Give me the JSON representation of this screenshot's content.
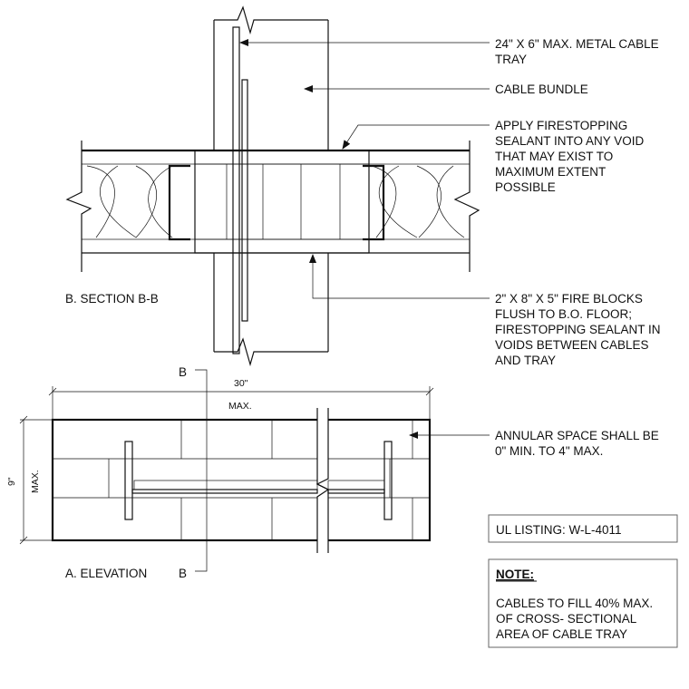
{
  "callouts": {
    "cable_tray": [
      "24\" X 6\" MAX. METAL CABLE",
      "TRAY"
    ],
    "cable_bundle": [
      "CABLE BUNDLE"
    ],
    "sealant": [
      "APPLY FIRESTOPPING",
      "SEALANT INTO ANY VOID",
      "THAT MAY EXIST TO",
      "MAXIMUM EXTENT",
      "POSSIBLE"
    ],
    "fire_blocks": [
      "2\" X 8\" X 5\" FIRE BLOCKS",
      "FLUSH TO B.O. FLOOR;",
      "FIRESTOPPING SEALANT IN",
      "VOIDS BETWEEN CABLES",
      "AND TRAY"
    ],
    "annular": [
      "ANNULAR SPACE SHALL BE",
      "0\" MIN. TO 4\" MAX."
    ]
  },
  "section_title": "B. SECTION B-B",
  "elevation_title": "A. ELEVATION",
  "section_mark": "B",
  "dimensions": {
    "width_value": "30\"",
    "width_note": "MAX.",
    "height_value": "9\"",
    "height_note": "MAX."
  },
  "ul_listing": "UL LISTING:  W-L-4011",
  "note": {
    "heading": "NOTE:",
    "lines": [
      "CABLES TO FILL 40% MAX.",
      "OF CROSS- SECTIONAL",
      "AREA OF CABLE TRAY"
    ]
  }
}
